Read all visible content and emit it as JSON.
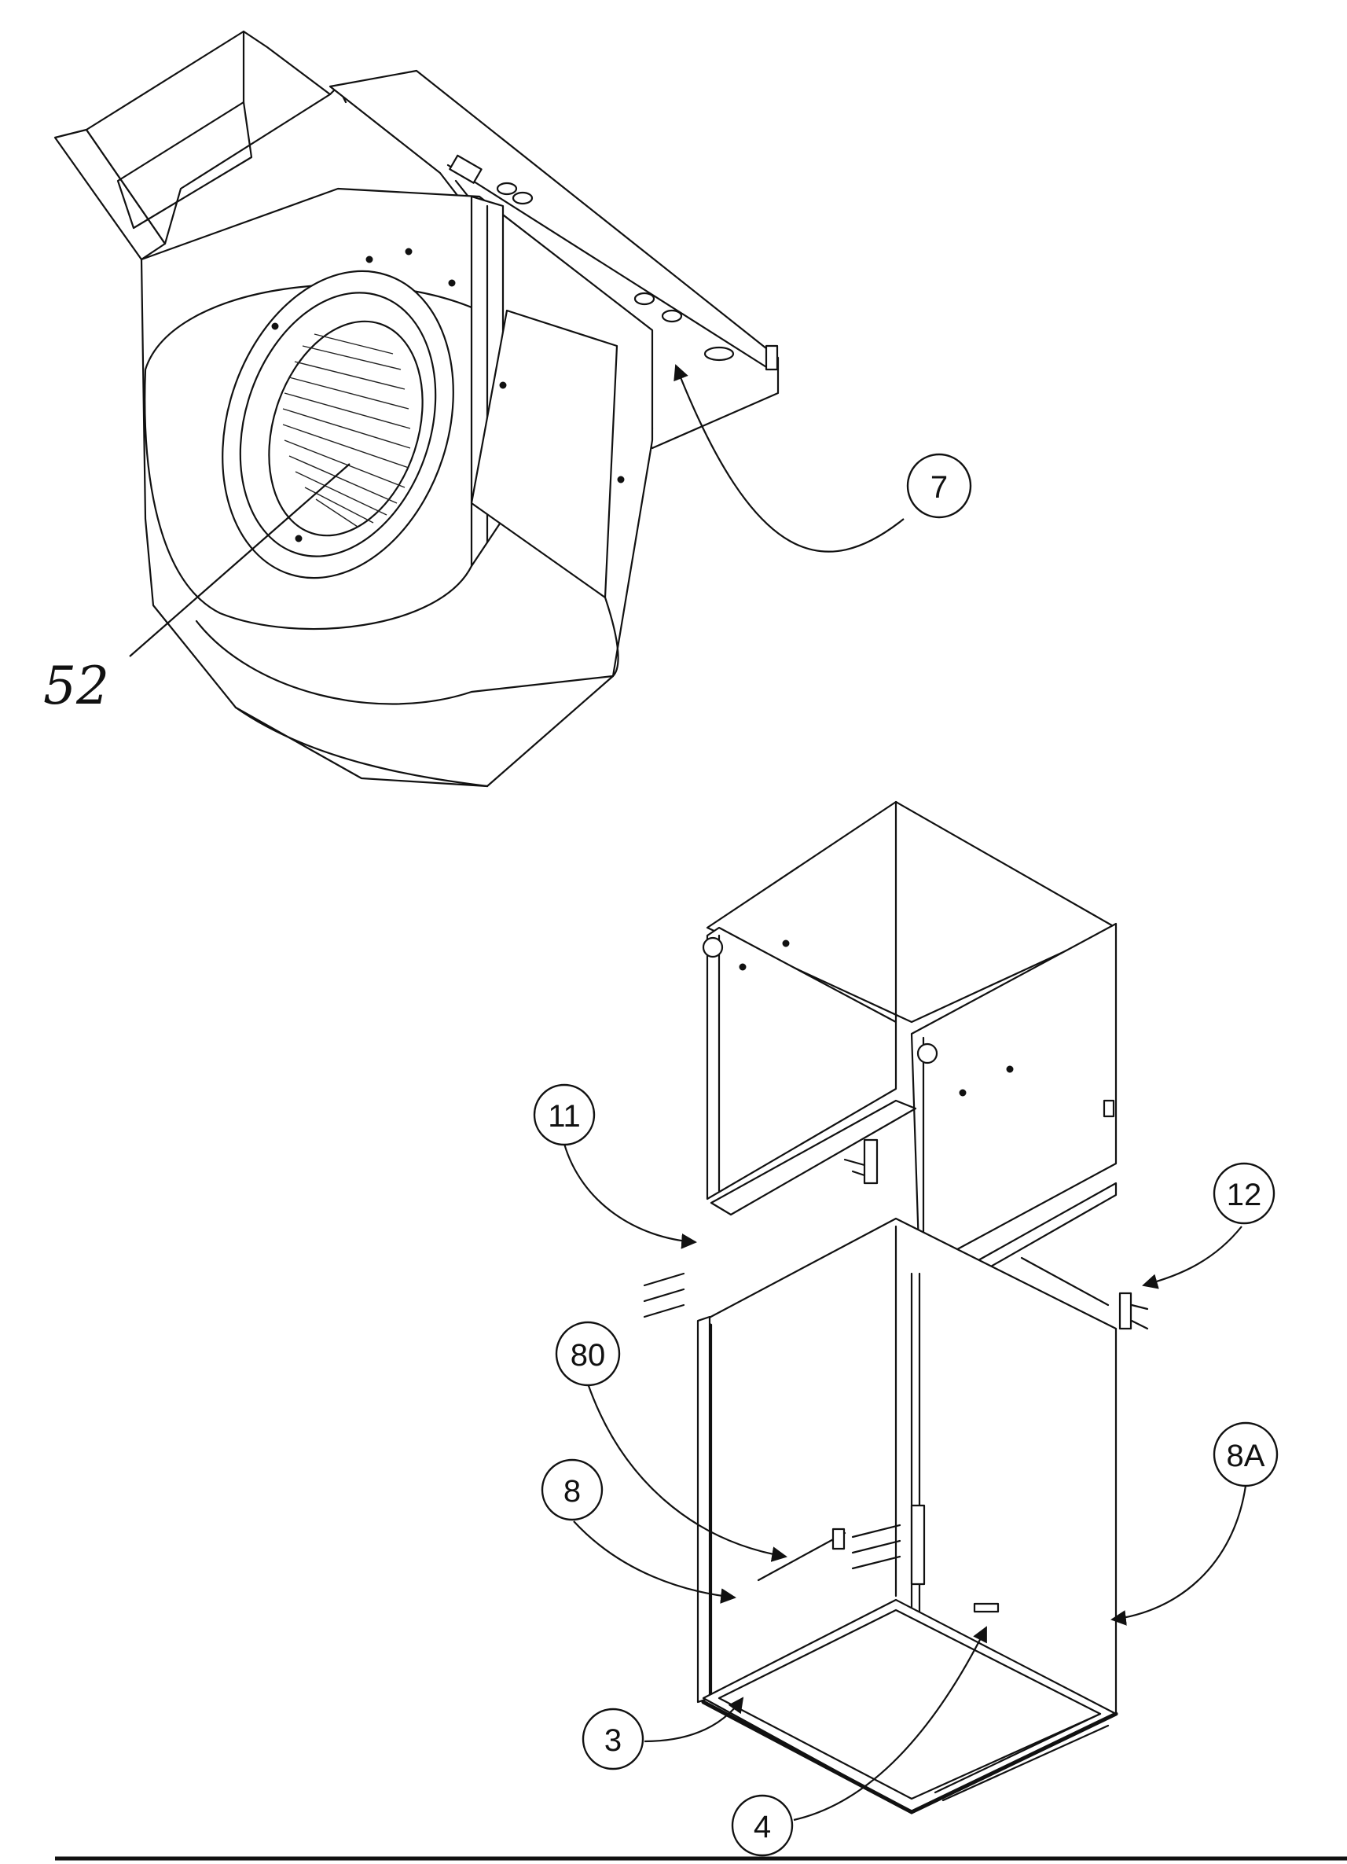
{
  "callouts": [
    {
      "label": "7"
    },
    {
      "label": "11"
    },
    {
      "label": "12"
    },
    {
      "label": "80"
    },
    {
      "label": "8"
    },
    {
      "label": "8A"
    },
    {
      "label": "3"
    },
    {
      "label": "4"
    }
  ],
  "handwritten_label": "52",
  "colors": {
    "ink": "#111111",
    "paper": "#ffffff"
  }
}
